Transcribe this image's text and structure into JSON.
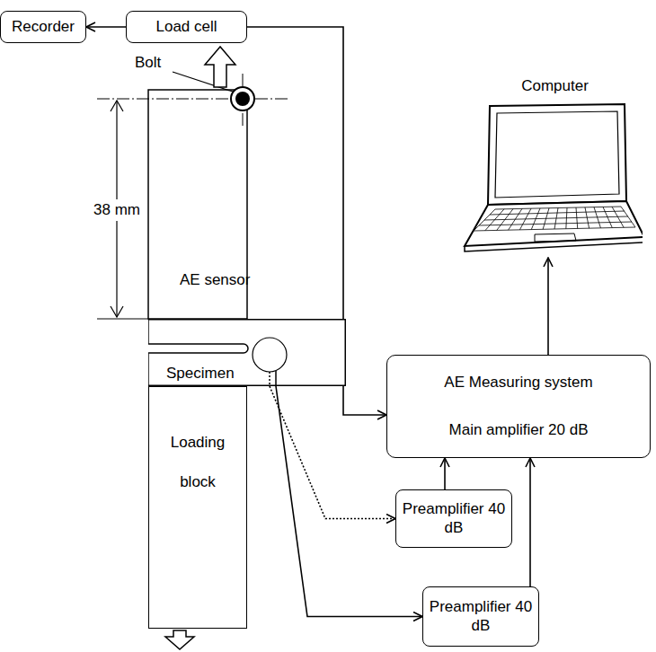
{
  "diagram": {
    "nodes": [
      {
        "text": [
          "Recorder"
        ]
      },
      {
        "text": [
          "Load cell"
        ]
      },
      {
        "text": [
          "Computer"
        ]
      },
      {
        "text": [
          "Specimen"
        ]
      },
      {
        "text": [
          "Loading block"
        ]
      },
      {
        "text": [
          "AE Measuring system",
          "Main amplifier 20 dB"
        ]
      },
      {
        "text": [
          "Preamplifier 40 dB"
        ]
      },
      {
        "text": [
          "Preamplifier 40 dB"
        ]
      }
    ],
    "edges": [
      {
        "from": 1,
        "to": 0,
        "arrow": "to"
      },
      {
        "from": 1,
        "to": 5,
        "arrow": "to"
      },
      {
        "from": 5,
        "to": 2,
        "arrow": "to"
      },
      {
        "from": 3,
        "to": 6,
        "arrow": "to"
      },
      {
        "from": 3,
        "to": 7,
        "arrow": "to"
      },
      {
        "from": 6,
        "to": 5,
        "arrow": "to"
      },
      {
        "from": 7,
        "to": 5,
        "arrow": "to"
      }
    ],
    "labels": [
      "Bolt",
      "38 mm",
      "AE sensor"
    ]
  }
}
